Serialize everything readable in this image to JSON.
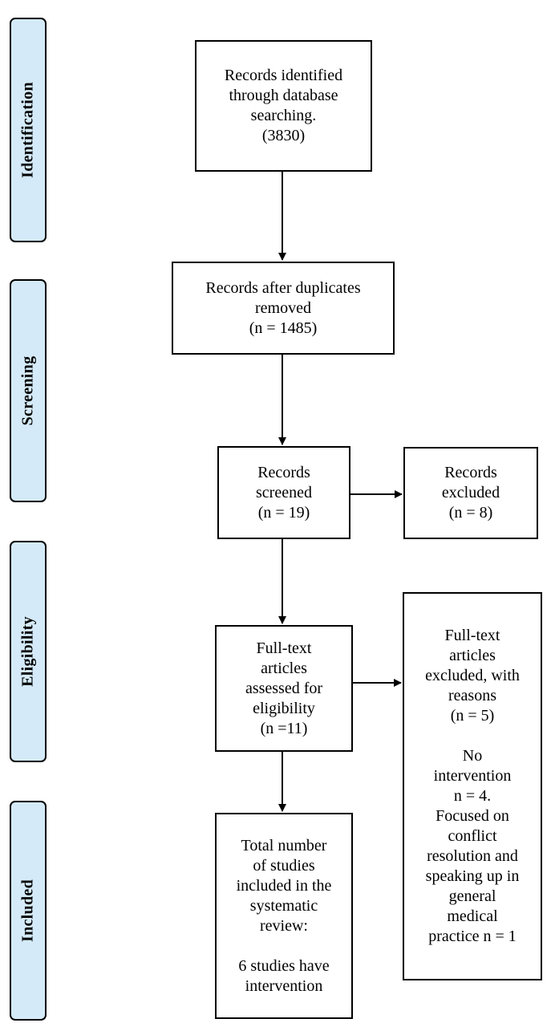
{
  "phases": {
    "identification": "Identification",
    "screening": "Screening",
    "eligibility": "Eligibility",
    "included": "Included"
  },
  "boxes": {
    "identified": {
      "line1": "Records identified",
      "line2": "through database",
      "line3": "searching.",
      "count": "(3830)"
    },
    "after_duplicates": {
      "line1": "Records after duplicates",
      "line2": "removed",
      "count": "(n = 1485)"
    },
    "screened": {
      "line1": "Records",
      "line2": "screened",
      "count": "(n = 19)"
    },
    "excluded": {
      "line1": "Records",
      "line2": "excluded",
      "count": "(n = 8)"
    },
    "fulltext_assessed": {
      "line1": "Full-text",
      "line2": "articles",
      "line3": "assessed for",
      "line4": "eligibility",
      "count": "(n =11)"
    },
    "fulltext_excluded": {
      "line1": "Full-text",
      "line2": "articles",
      "line3": "excluded,  with",
      "line4": "reasons",
      "count": "(n = 5)",
      "reason1_line1": "No",
      "reason1_line2": "intervention",
      "reason1_count": "n = 4.",
      "reason2_line1": "Focused on",
      "reason2_line2": "conflict",
      "reason2_line3": "resolution and",
      "reason2_line4": "speaking up in",
      "reason2_line5": "general",
      "reason2_line6": "medical",
      "reason2_line7": "practice n = 1"
    },
    "included": {
      "line1": "Total number",
      "line2": "of studies",
      "line3": "included in the",
      "line4": "systematic",
      "line5": "review:",
      "line6": "6 studies have",
      "line7": "intervention"
    }
  }
}
